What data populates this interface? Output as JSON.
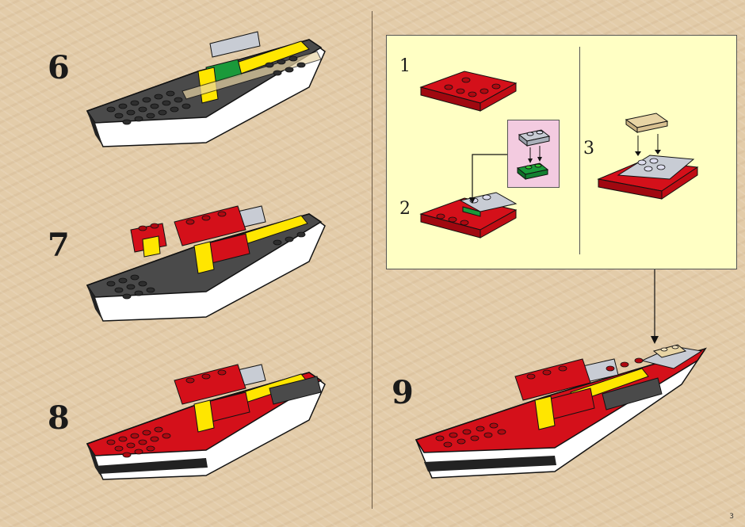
{
  "steps": {
    "s6": "6",
    "s7": "7",
    "s8": "8",
    "s9": "9"
  },
  "callout": {
    "sub1": "1",
    "sub2": "2",
    "sub3": "3"
  },
  "page_number": "3",
  "colors": {
    "background": "#e3cca9",
    "callout_bg": "#ffffc4",
    "pink_box": "#f3cbe0",
    "brick_red": "#d4101a",
    "brick_dark_gray": "#4a4a4a",
    "brick_light_gray": "#c8ccd4",
    "brick_yellow": "#ffe600",
    "brick_green": "#1a9a3a",
    "brick_tan": "#e8d4a4",
    "hull_white": "#ffffff"
  }
}
